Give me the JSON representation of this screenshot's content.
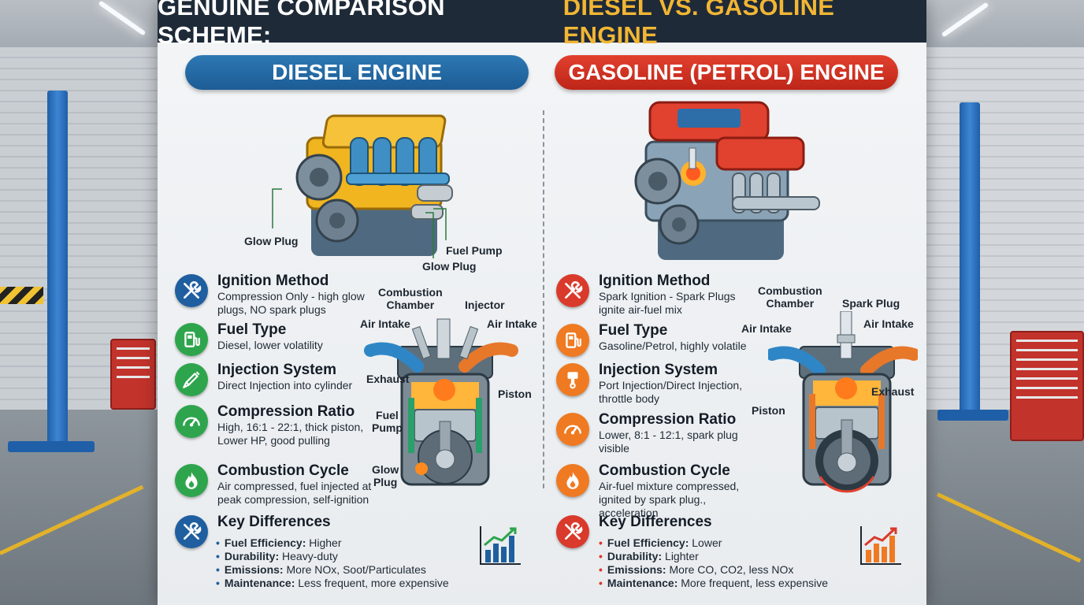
{
  "title": {
    "part1": "GENUINE COMPARISON SCHEME:",
    "part2": "DIESEL VS. GASOLINE ENGINE"
  },
  "diesel": {
    "header": "DIESEL ENGINE",
    "engine_labels": {
      "glow_plug_left": "Glow Plug",
      "fuel_pump": "Fuel Pump",
      "glow_plug_bottom": "Glow Plug"
    },
    "diagram_labels": {
      "combustion_chamber": "Combustion\nChamber",
      "injector": "Injector",
      "air_intake_left": "Air Intake",
      "air_intake_right": "Air Intake",
      "exhaust": "Exhaust",
      "piston": "Piston",
      "fuel_pump": "Fuel\nPump",
      "glow_plug": "Glow\nPlug"
    },
    "features": [
      {
        "title": "Ignition Method",
        "desc": "Compression Only - high glow plugs, NO spark plugs",
        "icon": "wrench-screwdriver-icon"
      },
      {
        "title": "Fuel Type",
        "desc": "Diesel, lower volatility",
        "icon": "fuel-pump-icon"
      },
      {
        "title": "Injection System",
        "desc": "Direct Injection into cylinder",
        "icon": "injector-icon"
      },
      {
        "title": "Compression Ratio",
        "desc": "High, 16:1 - 22:1, thick piston, Lower HP, good pulling",
        "icon": "gauge-icon"
      },
      {
        "title": "Combustion Cycle",
        "desc": "Air compressed, fuel injected at peak compression, self-ignition",
        "icon": "flame-icon"
      },
      {
        "title": "Key Differences",
        "desc": "",
        "icon": "wrench-screwdriver-icon"
      }
    ],
    "key_differences": [
      {
        "label": "Fuel Efficiency:",
        "value": "Higher"
      },
      {
        "label": "Durability:",
        "value": "Heavy-duty"
      },
      {
        "label": "Emissions:",
        "value": "More NOx, Soot/Particulates"
      },
      {
        "label": "Maintenance:",
        "value": "Less frequent, more expensive"
      }
    ]
  },
  "gasoline": {
    "header": "GASOLINE (PETROL) ENGINE",
    "diagram_labels": {
      "combustion_chamber": "Combustion\nChamber",
      "spark_plug": "Spark Plug",
      "air_intake_left": "Air Intake",
      "air_intake_right": "Air Intake",
      "exhaust": "Exhaust",
      "piston": "Piston"
    },
    "features": [
      {
        "title": "Ignition Method",
        "desc": "Spark Ignition - Spark Plugs ignite air-fuel mix",
        "icon": "wrench-screwdriver-icon"
      },
      {
        "title": "Fuel Type",
        "desc": "Gasoline/Petrol, highly volatile",
        "icon": "fuel-pump-icon"
      },
      {
        "title": "Injection System",
        "desc": "Port Injection/Direct Injection, throttle body",
        "icon": "piston-icon"
      },
      {
        "title": "Compression Ratio",
        "desc": "Lower, 8:1 - 12:1, spark plug visible",
        "icon": "gauge-icon"
      },
      {
        "title": "Combustion Cycle",
        "desc": "Air-fuel mixture compressed, ignited by spark plug., acceleration",
        "icon": "flame-icon"
      },
      {
        "title": "Key Differences",
        "desc": "",
        "icon": "wrench-screwdriver-icon"
      }
    ],
    "key_differences": [
      {
        "label": "Fuel Efficiency:",
        "value": "Lower"
      },
      {
        "label": "Durability:",
        "value": "Lighter"
      },
      {
        "label": "Emissions:",
        "value": "More CO, CO2, less NOx"
      },
      {
        "label": "Maintenance:",
        "value": "More frequent, less expensive"
      }
    ]
  },
  "colors": {
    "diesel_blue": "#1f5fa0",
    "diesel_green": "#2ea54d",
    "gas_red": "#d93a2b",
    "gas_orange": "#ef7a22",
    "title_gold": "#f2b634"
  }
}
